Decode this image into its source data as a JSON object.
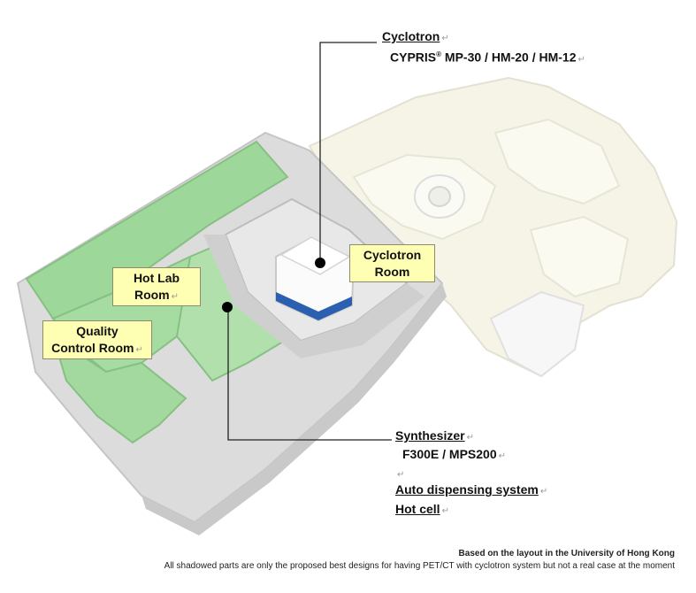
{
  "annotations": {
    "cyclotron": {
      "title": "Cyclotron",
      "brand": "CYPRIS",
      "reg": "®",
      "models": "MP-30 / HM-20 / HM-12"
    },
    "synthesizer": {
      "title": "Synthesizer",
      "models": "F300E / MPS200"
    },
    "auto_dispensing": "Auto dispensing system",
    "hot_cell": "Hot cell"
  },
  "rooms": {
    "cyclotron_room": [
      "Cyclotron",
      "Room"
    ],
    "hot_lab_room": [
      "Hot Lab",
      "Room"
    ],
    "quality_control_room": [
      "Quality",
      "Control Room"
    ]
  },
  "footnote": {
    "line1": "Based on the layout in the University of Hong Kong",
    "line2": "All shadowed parts are only the proposed best designs for having PET/CT with cyclotron system but not a real case at the moment"
  },
  "paragraph_mark": "↵",
  "colors": {
    "label_fill": "#ffffb4",
    "green_floor": "#9ed79a",
    "ghost_floor": "#f6f4e2",
    "cyclotron_stripe": "#2b5fb0"
  }
}
